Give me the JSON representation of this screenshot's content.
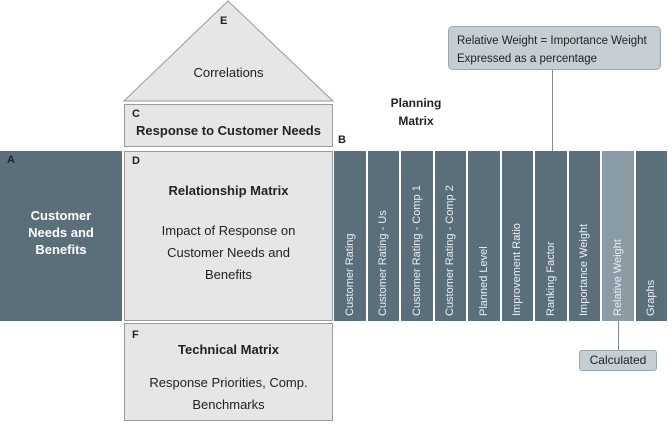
{
  "roof": {
    "letter": "E",
    "label": "Correlations"
  },
  "response": {
    "letter": "C",
    "title": "Response to Customer Needs"
  },
  "customer_needs": {
    "letter": "A",
    "lines": [
      "Customer",
      "Needs and",
      "Benefits"
    ]
  },
  "relationship": {
    "letter": "D",
    "title": "Relationship Matrix",
    "body": [
      "Impact of Response on",
      "Customer Needs and",
      "Benefits"
    ]
  },
  "planning": {
    "letter": "B",
    "title_lines": [
      "Planning",
      "Matrix"
    ],
    "columns": [
      {
        "label": "Customer Rating",
        "highlight": false
      },
      {
        "label": "Customer Rating - Us",
        "highlight": false
      },
      {
        "label": "Customer Rating - Comp 1",
        "highlight": false
      },
      {
        "label": "Customer Rating - Comp 2",
        "highlight": false
      },
      {
        "label": "Planned Level",
        "highlight": false
      },
      {
        "label": "Improvement Ratio",
        "highlight": false
      },
      {
        "label": "Ranking Factor",
        "highlight": false
      },
      {
        "label": "Importance Weight",
        "highlight": false
      },
      {
        "label": "Relative Weight",
        "highlight": true
      },
      {
        "label": "Graphs",
        "highlight": false
      }
    ]
  },
  "technical": {
    "letter": "F",
    "title": "Technical Matrix",
    "body": [
      "Response Priorities, Comp.",
      "Benchmarks"
    ]
  },
  "callouts": {
    "relative_weight": [
      "Relative Weight = Importance Weight",
      "Expressed as a percentage"
    ],
    "calculated": "Calculated"
  },
  "colors": {
    "dark": "#5b6f7b",
    "highlight": "#8a9ca6",
    "light": "#e6e6e6",
    "callout": "#c5ced3"
  }
}
